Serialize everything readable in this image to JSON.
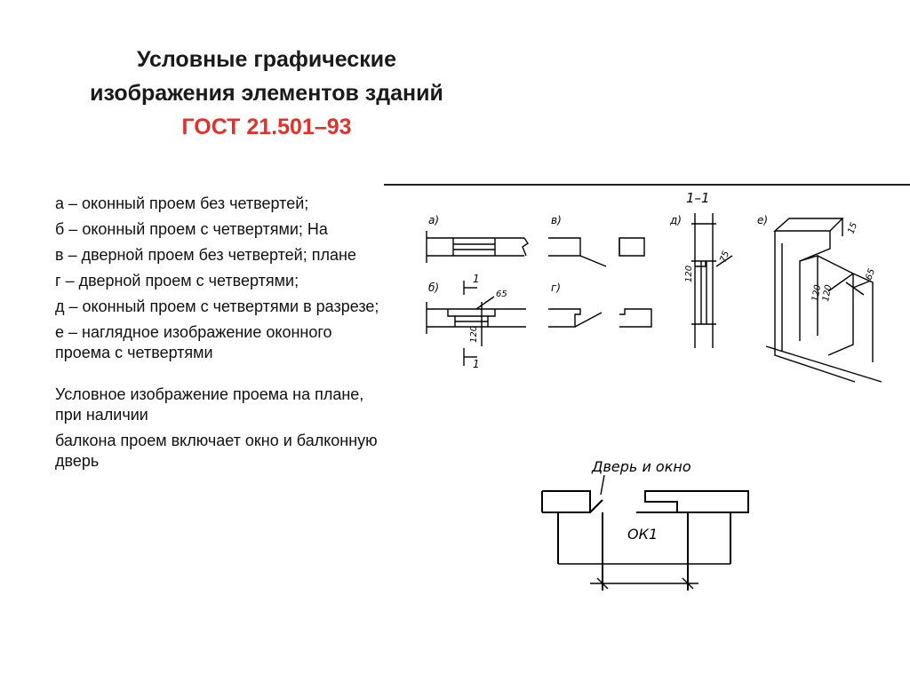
{
  "title": {
    "line1": "Условные графические",
    "line2": "изображения элементов зданий",
    "standard": "ГОСТ 21.501–93",
    "accent_color": "#e0322b"
  },
  "items": [
    "а – оконный проем без четвертей;",
    "б – оконный проем с четвертями; На",
    "в – дверной проем без четвертей; плане",
    "г – дверной проем с четвертями;",
    "д – оконный проем с четвертями в разрезе;",
    "е – наглядное изображение оконного проема с четвертями"
  ],
  "notes": [
    "Условное изображение проема на плане, при наличии",
    "балкона проем включает окно и балконную дверь"
  ],
  "figure1": {
    "section_label": "1–1",
    "labels": {
      "a": "а)",
      "b": "б)",
      "v": "в)",
      "g": "г)",
      "d": "д)",
      "e": "е)"
    },
    "marks": {
      "one": "1",
      "d65": "65",
      "d120": "120",
      "d75": "75",
      "d15": "15"
    }
  },
  "figure2": {
    "caption": "Дверь и окно",
    "mark": "ОК1"
  }
}
